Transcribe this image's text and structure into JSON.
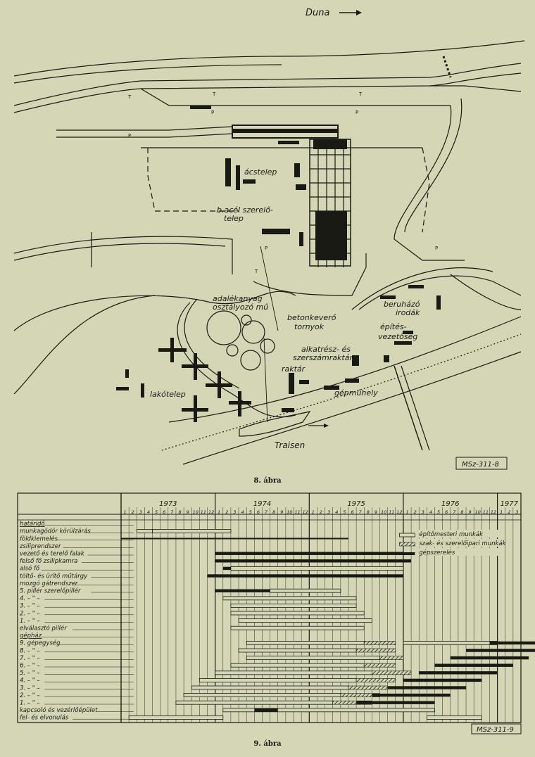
{
  "site_plan": {
    "river_top": "Duna",
    "river_bottom": "Traisen",
    "ref_code": "MSz-311-8",
    "labels": {
      "acstelep": "ácstelep",
      "bacel_1": "b.acél szerelő-",
      "bacel_2": "telep",
      "adalek_1": "adalékanyag",
      "adalek_2": "osztályozó mű",
      "beton_1": "betonkeverő",
      "beton_2": "tornyok",
      "beruhazo_1": "beruházó",
      "beruhazo_2": "irodák",
      "epites_1": "építés-",
      "epites_2": "vezetőség",
      "alkatresz_1": "alkatrész- és",
      "alkatresz_2": "szerszámraktár",
      "raktar": "raktár",
      "gepmuhely": "gépműhely",
      "lakotelep": "lakótelep"
    },
    "markers": {
      "parking": "P",
      "t_stop": "T"
    }
  },
  "captions": {
    "fig8": "8. ábra",
    "fig9": "9. ábra"
  },
  "gantt": {
    "ref_code": "MSz-311-9",
    "years": [
      "1973",
      "1974",
      "1975",
      "1976",
      "1977"
    ],
    "month_numbers": [
      "1",
      "2",
      "3",
      "4",
      "5",
      "6",
      "7",
      "8",
      "9",
      "10",
      "11",
      "12"
    ],
    "rows": [
      "határidő",
      "munkagödör körülzárás",
      "földkiemelés",
      "zsiliprendszer",
      "vezető és terelő falak",
      "felső fő zsilipkamra",
      "alsó fő",
      "töltő- és ürítő műtárgy",
      "mozgó gátrendszer",
      "5. pillér szerelőpillér",
      "4. – \" –",
      "3. – \" –",
      "2. – \" –",
      "1. – \" –",
      "elválasztó pillér",
      "gépház",
      "9. gépegység",
      "8. – \" –",
      "7. – \" –",
      "6. – \" –",
      "5. – \" –",
      "4. – \" –",
      "3. – \" –",
      "2. – \" –",
      "1. – \" –",
      "kapcsoló és vezérlőépület",
      "fel- és elvonulás"
    ],
    "legend": [
      "építőmesteri munkák",
      "szak- és szerelőipari munkák",
      "gépszerelés"
    ],
    "bars": [
      {
        "row": 1,
        "start": 2,
        "end": 4,
        "kind": "open"
      },
      {
        "row": 1,
        "start": 4,
        "end": 14,
        "kind": "open"
      },
      {
        "row": 2,
        "start": 0,
        "end": 29,
        "kind": "thin"
      },
      {
        "row": 4,
        "start": 12,
        "end": 36,
        "kind": "solid"
      },
      {
        "row": 5,
        "start": 12,
        "end": 37,
        "kind": "solid"
      },
      {
        "row": 6,
        "start": 13,
        "end": 30,
        "kind": "solid"
      },
      {
        "row": 6,
        "start": 14,
        "end": 36,
        "kind": "open"
      },
      {
        "row": 7,
        "start": 11,
        "end": 36,
        "kind": "solid"
      },
      {
        "row": 9,
        "start": 12,
        "end": 19,
        "kind": "solid"
      },
      {
        "row": 9,
        "start": 19,
        "end": 28,
        "kind": "open"
      },
      {
        "row": 10,
        "start": 13,
        "end": 30,
        "kind": "open"
      },
      {
        "row": 11,
        "start": 14,
        "end": 30,
        "kind": "open"
      },
      {
        "row": 12,
        "start": 14,
        "end": 31,
        "kind": "open"
      },
      {
        "row": 13,
        "start": 15,
        "end": 32,
        "kind": "open"
      },
      {
        "row": 14,
        "start": 14,
        "end": 31,
        "kind": "open"
      },
      {
        "row": 16,
        "start": 16,
        "end": 31,
        "kind": "open"
      },
      {
        "row": 16,
        "start": 31,
        "end": 35,
        "kind": "hatched"
      },
      {
        "row": 16,
        "start": 36,
        "end": 48,
        "kind": "open"
      },
      {
        "row": 16,
        "start": 47,
        "end": 56,
        "kind": "solid"
      },
      {
        "row": 17,
        "start": 15,
        "end": 30,
        "kind": "open"
      },
      {
        "row": 17,
        "start": 30,
        "end": 35,
        "kind": "hatched"
      },
      {
        "row": 17,
        "start": 44,
        "end": 54,
        "kind": "solid"
      },
      {
        "row": 18,
        "start": 16,
        "end": 33,
        "kind": "open"
      },
      {
        "row": 18,
        "start": 33,
        "end": 36,
        "kind": "hatched"
      },
      {
        "row": 18,
        "start": 42,
        "end": 52,
        "kind": "solid"
      },
      {
        "row": 19,
        "start": 14,
        "end": 31,
        "kind": "open"
      },
      {
        "row": 19,
        "start": 31,
        "end": 35,
        "kind": "hatched"
      },
      {
        "row": 19,
        "start": 40,
        "end": 50,
        "kind": "solid"
      },
      {
        "row": 20,
        "start": 12,
        "end": 32,
        "kind": "open"
      },
      {
        "row": 20,
        "start": 32,
        "end": 37,
        "kind": "hatched"
      },
      {
        "row": 20,
        "start": 38,
        "end": 48,
        "kind": "solid"
      },
      {
        "row": 21,
        "start": 10,
        "end": 30,
        "kind": "open"
      },
      {
        "row": 21,
        "start": 30,
        "end": 35,
        "kind": "hatched"
      },
      {
        "row": 21,
        "start": 36,
        "end": 46,
        "kind": "solid"
      },
      {
        "row": 22,
        "start": 9,
        "end": 29,
        "kind": "open"
      },
      {
        "row": 22,
        "start": 29,
        "end": 34,
        "kind": "hatched"
      },
      {
        "row": 22,
        "start": 34,
        "end": 44,
        "kind": "solid"
      },
      {
        "row": 23,
        "start": 8,
        "end": 28,
        "kind": "open"
      },
      {
        "row": 23,
        "start": 28,
        "end": 33,
        "kind": "hatched"
      },
      {
        "row": 23,
        "start": 32,
        "end": 42,
        "kind": "solid"
      },
      {
        "row": 24,
        "start": 7,
        "end": 27,
        "kind": "open"
      },
      {
        "row": 24,
        "start": 27,
        "end": 32,
        "kind": "hatched"
      },
      {
        "row": 24,
        "start": 30,
        "end": 40,
        "kind": "solid"
      },
      {
        "row": 25,
        "start": 13,
        "end": 40,
        "kind": "open"
      },
      {
        "row": 25,
        "start": 17,
        "end": 20,
        "kind": "solid"
      },
      {
        "row": 26,
        "start": 1,
        "end": 13,
        "kind": "open"
      },
      {
        "row": 26,
        "start": 39,
        "end": 46,
        "kind": "open"
      }
    ]
  }
}
